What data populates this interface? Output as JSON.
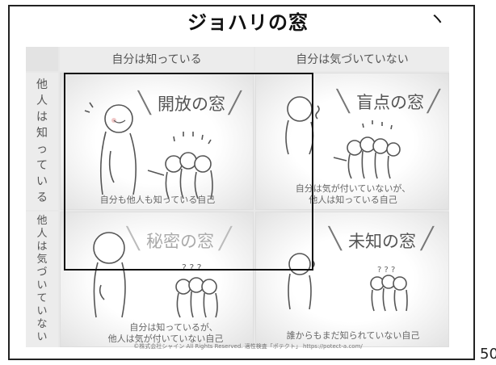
{
  "title": "ジョハリの窓",
  "title_mark": "ヽ",
  "columns": [
    "自分は知っている",
    "自分は気づいていない"
  ],
  "rows": [
    {
      "label_chars": [
        "他",
        "人",
        "は",
        "知",
        "っ",
        "て",
        "い",
        "る"
      ]
    },
    {
      "label_chars": [
        "他",
        "人",
        "は",
        "気",
        "づ",
        "い",
        "て",
        "い",
        "な",
        "い"
      ]
    }
  ],
  "cells": [
    {
      "title": "開放の窓",
      "caption_lines": [
        "自分も他人も知っている自己"
      ]
    },
    {
      "title": "盲点の窓",
      "caption_lines": [
        "自分は気が付いていないが、",
        "他人は知っている自己"
      ]
    },
    {
      "title": "秘密の窓",
      "caption_lines": [
        "自分は知っているが、",
        "他人は気が付いていない自己"
      ]
    },
    {
      "title": "未知の窓",
      "caption_lines": [
        "誰からもまだ知られていない自己"
      ]
    }
  ],
  "copyright": "©株式会社シャイン All Rights Reserved.  適性検査「ポテクト」 https://potect-a.com/",
  "page_number": "50"
}
